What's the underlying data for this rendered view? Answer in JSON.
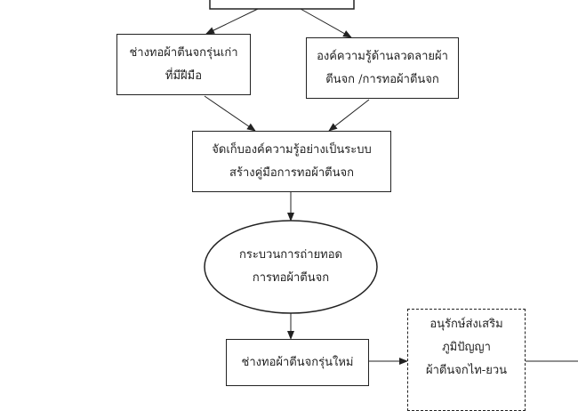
{
  "nodes": {
    "old_weavers": {
      "line1": "ช่างทอผ้าตีนจกรุ่นเก่า",
      "line2": "ที่มีฝีมือ"
    },
    "knowledge": {
      "line1": "องค์ความรู้ด้านลวดลายผ้า",
      "line2": "ตีนจก /การทอผ้าตีนจก"
    },
    "systematize": {
      "line1": "จัดเก็บองค์ความรู้อย่างเป็นระบบ",
      "line2": "สร้างคู่มือการทอผ้าตีนจก"
    },
    "transfer": {
      "line1": "กระบวนการถ่ายทอด",
      "line2": "การทอผ้าตีนจก"
    },
    "new_weavers": {
      "line1": "ช่างทอผ้าตีนจกรุ่นใหม่"
    },
    "conserve": {
      "line1": "อนุรักษ์ส่งเสริม",
      "line2": "ภูมิปัญญา",
      "line3": "ผ้าตีนจกไท-ยวน"
    }
  }
}
